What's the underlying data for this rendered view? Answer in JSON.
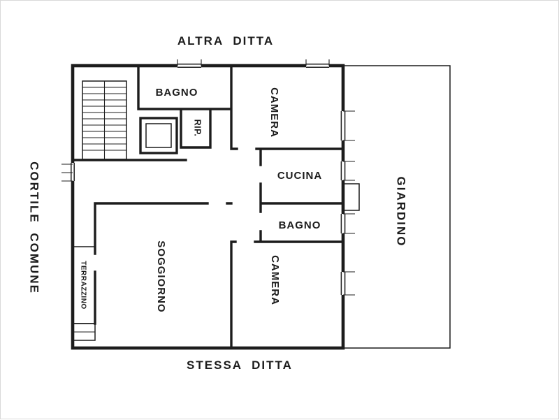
{
  "colors": {
    "ink": "#1c1c1c",
    "paper": "#ffffff"
  },
  "surroundings": {
    "top": "ALTRA DITTA",
    "bottom": "STESSA DITTA",
    "left": "CORTILE COMUNE",
    "right": "GIARDINO"
  },
  "rooms": {
    "bagno_top": "BAGNO",
    "camera_top": "CAMERA",
    "ripostiglio": "RIP.",
    "cucina": "CUCINA",
    "bagno_middle": "BAGNO",
    "camera_bottom": "CAMERA",
    "soggiorno": "SOGGIORNO",
    "terrazzino": "TERRAZZINO"
  }
}
